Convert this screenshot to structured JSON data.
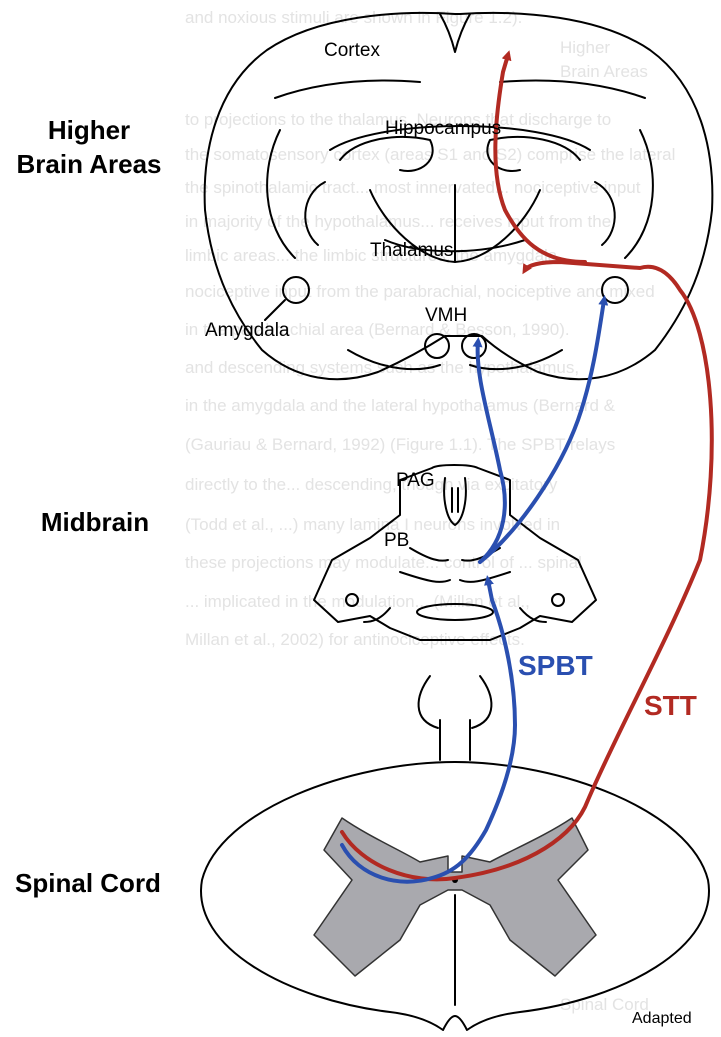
{
  "regions": {
    "higher": [
      "Higher",
      "Brain Areas"
    ],
    "midbrain": "Midbrain",
    "spinal": "Spinal Cord"
  },
  "structures": {
    "cortex": "Cortex",
    "hippocampus": "Hippocampus",
    "thalamus": "Thalamus",
    "vmh": "VMH",
    "amygdala": "Amygdala",
    "pag": "PAG",
    "pb": "PB"
  },
  "pathways": {
    "spbt": {
      "label": "SPBT",
      "color": "#2a4fb0"
    },
    "stt": {
      "label": "STT",
      "color": "#b22a22"
    }
  },
  "credit": "Adapted",
  "background_text": [
    "and noxious stimuli are shown in Figure 1.2).",
    "Higher",
    "Brain Areas",
    "to projections to the thalamus. Neurons that discharge to",
    "the somatosensory cortex (areas S1 and S2) comprise the lateral",
    "the spinothalamic tract... most innervated... nociceptive input",
    "in majority of the hypothalamus... receives input from the",
    "limbic areas... the limbic structures, the amygdala",
    "nociceptive input from the parabrachial, nociceptive and mixed",
    "in the parabrachial area (Bernard & Besson, 1990).",
    "and descending systems such as the hypothalamus,",
    "in the amygdala and the lateral hypothalamus (Bernard &",
    "(Gauriau & Bernard, 1992) (Figure 1.1). The SPBT relays",
    "directly to the... descending, though via excitatory",
    "(Todd et al., ...) many lamina I neurons involved in",
    "these projections may modulate... control of ... spinal",
    "... implicated in the modulation... (Millan et al.,",
    "Millan et al., 2002) for antinociceptive effects.",
    "Spinal Cord"
  ]
}
